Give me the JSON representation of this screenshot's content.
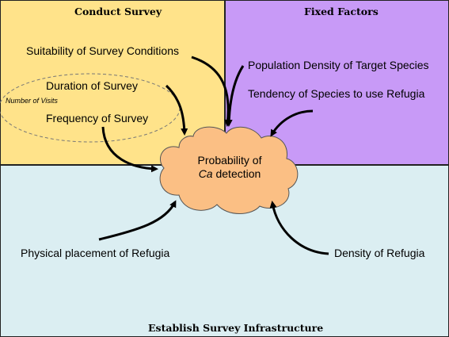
{
  "panels": {
    "conduct_survey": {
      "title": "Conduct Survey",
      "color": "#ffe38a"
    },
    "fixed_factors": {
      "title": "Fixed Factors",
      "color": "#c89af7"
    },
    "establish_infrastructure": {
      "title": "Establish Survey Infrastructure",
      "color": "#dbeef2"
    }
  },
  "factors": {
    "suitability": "Suitability of Survey Conditions",
    "duration": "Duration of Survey",
    "frequency": "Frequency of Survey",
    "number_of_visits": "Number of Visits",
    "population_density": "Population Density of Target Species",
    "refugia_tendency": "Tendency of Species to use Refugia",
    "physical_placement": "Physical placement of Refugia",
    "refugia_density": "Density of Refugia"
  },
  "center": {
    "line1": "Probability of",
    "line2_italic": "Ca",
    "line2_rest": " detection",
    "color": "#fbbf84"
  }
}
